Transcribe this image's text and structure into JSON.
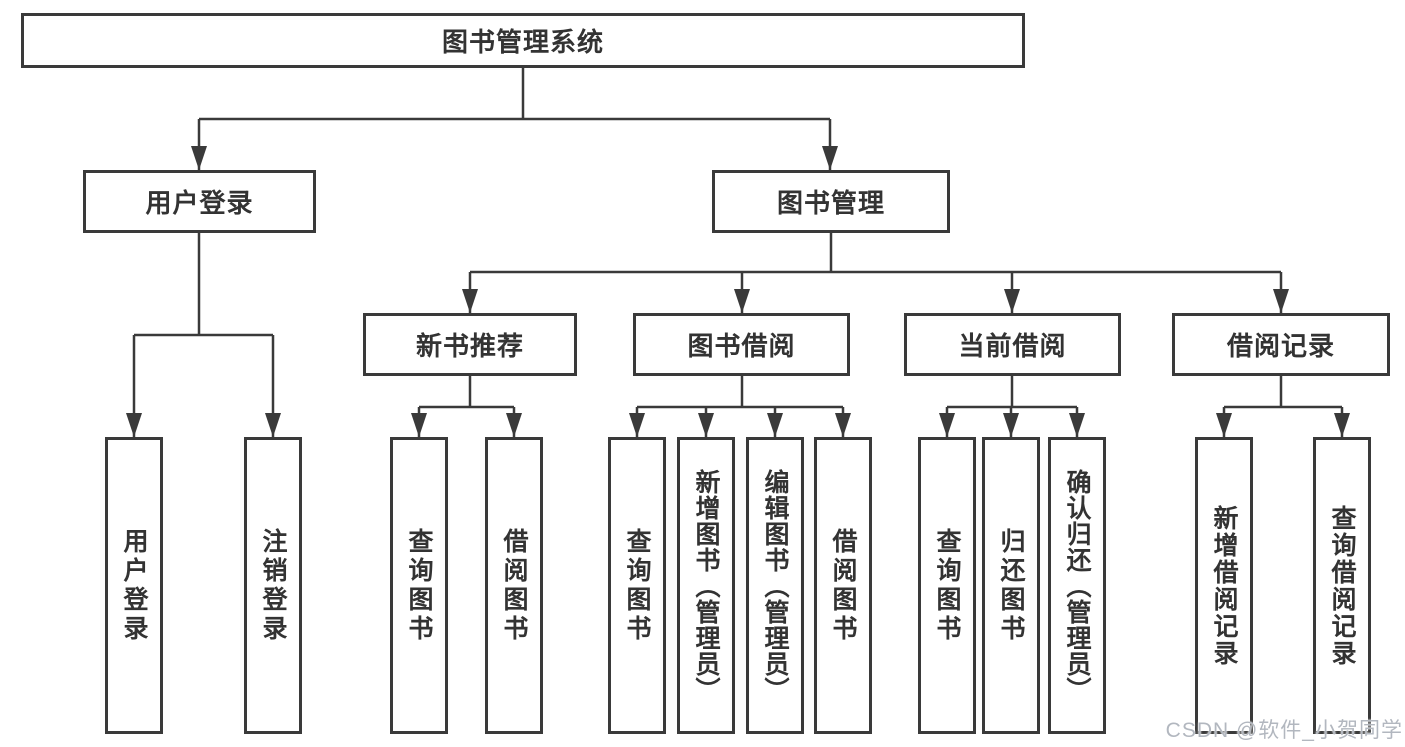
{
  "colors": {
    "line": "#3a3a3a",
    "node_border": "#3a3a3a",
    "node_background": "#ffffff",
    "text": "#333333",
    "watermark": "#b2b7bf"
  },
  "tree": {
    "label": "图书管理系统",
    "children": [
      {
        "label": "用户登录",
        "children": [
          {
            "label": "用户登录"
          },
          {
            "label": "注销登录"
          }
        ]
      },
      {
        "label": "图书管理",
        "children": [
          {
            "label": "新书推荐",
            "children": [
              {
                "label": "查询图书"
              },
              {
                "label": "借阅图书"
              }
            ]
          },
          {
            "label": "图书借阅",
            "children": [
              {
                "label": "查询图书"
              },
              {
                "label": "新增图书（管理员）"
              },
              {
                "label": "编辑图书（管理员）"
              },
              {
                "label": "借阅图书"
              }
            ]
          },
          {
            "label": "当前借阅",
            "children": [
              {
                "label": "查询图书"
              },
              {
                "label": "归还图书"
              },
              {
                "label": "确认归还（管理员）"
              }
            ]
          },
          {
            "label": "借阅记录",
            "children": [
              {
                "label": "新增借阅记录"
              },
              {
                "label": "查询借阅记录"
              }
            ]
          }
        ]
      }
    ]
  },
  "watermark": {
    "text": "CSDN @软件_小贺同学"
  }
}
